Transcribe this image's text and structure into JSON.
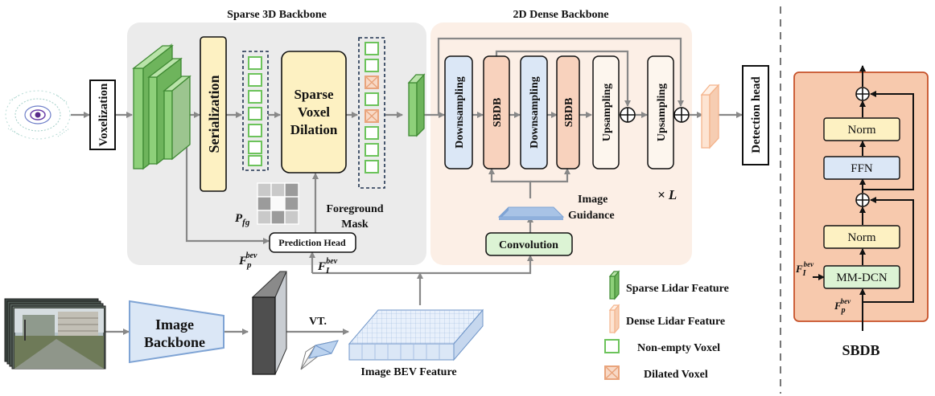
{
  "titles": {
    "sparse": "Sparse 3D Backbone",
    "dense": "2D Dense Backbone"
  },
  "blocks": {
    "voxelization": "Voxelization",
    "serialization": "Serialization",
    "svd1": "Sparse",
    "svd2": "Voxel",
    "svd3": "Dilation",
    "downsampling": "Downsampling",
    "sbdb": "SBDB",
    "upsampling": "Upsampling",
    "detection_head": "Detection head",
    "prediction_head": "Prediction Head",
    "convolution": "Convolution",
    "image_backbone1": "Image",
    "image_backbone2": "Backbone",
    "vt": "VT."
  },
  "labels": {
    "foreground1": "Foreground",
    "foreground2": "Mask",
    "image_guidance1": "Image",
    "image_guidance2": "Guidance",
    "times_l": "× L",
    "image_bev": "Image BEV Feature",
    "pfg_main": "P",
    "pfg_sub": "fg",
    "fp_main": "F",
    "fp_sub": "p",
    "fp_sup": "bev",
    "fi_main": "F",
    "fi_sub": "I",
    "fi_sup": "bev"
  },
  "legend": {
    "sparse": "Sparse Lidar Feature",
    "dense": "Dense Lidar Feature",
    "nonempty": "Non-empty Voxel",
    "dilated": "Dilated Voxel"
  },
  "sbdb_panel": {
    "norm_top": "Norm",
    "ffn": "FFN",
    "norm_bottom": "Norm",
    "mmdcn": "MM-DCN",
    "caption": "SBDB",
    "fi_main": "F",
    "fi_sub": "I",
    "fi_sup": "bev",
    "fp_main": "F",
    "fp_sub": "p",
    "fp_sup": "bev"
  },
  "colors": {
    "sparse_bg": "#ebebeb",
    "dense_bg": "#fcefe6",
    "green": "#7cc46a",
    "green_dark": "#3f8a33",
    "blue_block": "#dbe7f6",
    "orange_block": "#f8d2bd",
    "yellow_block": "#fdf1c2",
    "conv_green": "#dcf3d4",
    "sbdb_bg": "#f7c9ad",
    "sbdb_border": "#c7522a"
  }
}
